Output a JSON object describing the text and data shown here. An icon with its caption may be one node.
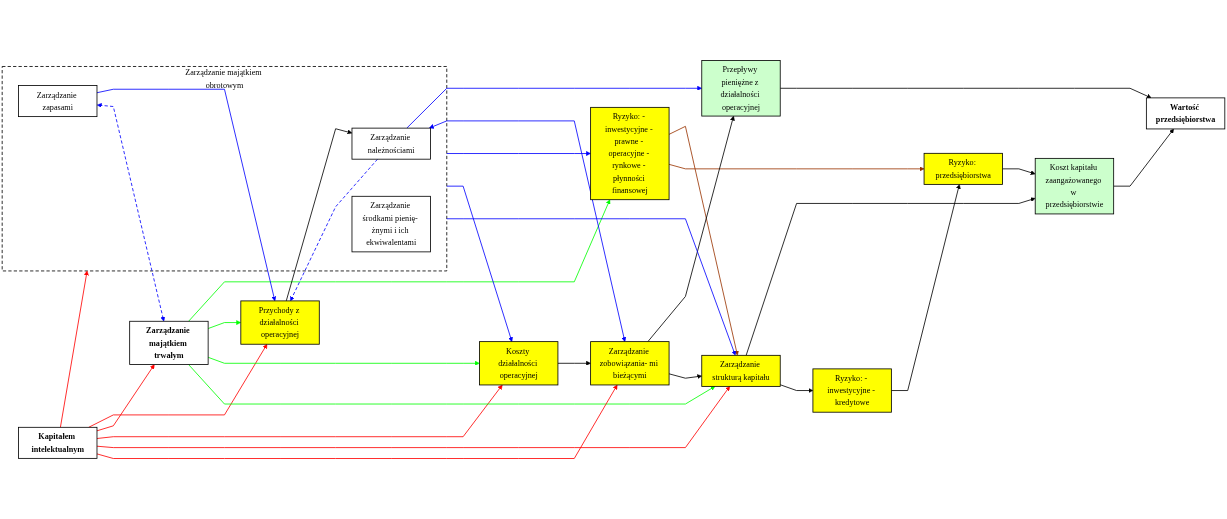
{
  "diagram": {
    "nodes": [
      {
        "text": [
          "Wartość przedsiębiorstwa"
        ]
      },
      {
        "text": [
          "Przepływy pieniężne z działalności operacyjnej"
        ]
      },
      {
        "text": [
          "Koszt kapitału zaangażowanego w przedsiębiorstwie"
        ]
      },
      {
        "text": [
          "Przychody z działalności operacyjnej"
        ]
      },
      {
        "text": [
          "Zarządzanie majątkiem obrotowym"
        ]
      },
      {
        "text": [
          "Zarządzanie należnościami"
        ],
        "in": 4
      },
      {
        "text": [
          "Zarządzanie zapasami"
        ],
        "in": 4
      },
      {
        "text": [
          "Zarządzanie środkami pienię- żnymi i ich ekwiwalentami"
        ],
        "in": 4
      },
      {
        "text": [
          "Zarządzanie zobowiązania- mi bieżącymi"
        ]
      },
      {
        "text": [
          "Koszty działalności operacyjnej"
        ]
      },
      {
        "text": [
          "Zarządzanie strukturą kapitału"
        ]
      },
      {
        "text": [
          "Ryzyko: przedsiębiorstwa"
        ]
      },
      {
        "text": [
          "Zarządzanie majątkiem trwałym"
        ]
      },
      {
        "text": [
          "Kapitałem intelektualnym"
        ]
      },
      {
        "text": [
          "Ryzyko: - inwestycyjne - prawne - operacyjne - rynkowe - płynności finansowej"
        ]
      },
      {
        "text": [
          "Ryzyko: - inwestycyjne - kredytowe"
        ]
      }
    ],
    "edges": [
      {
        "from": 4,
        "to": 14,
        "arrow": "to",
        "color": "#0000ff"
      },
      {
        "from": 12,
        "to": 14,
        "arrow": "to",
        "color": "#00ff00"
      },
      {
        "from": 14,
        "to": 10,
        "arrow": "to",
        "color": "#993300"
      },
      {
        "from": 14,
        "to": 11,
        "arrow": "to",
        "color": "#993300"
      },
      {
        "from": 1,
        "to": 0,
        "arrow": "to"
      },
      {
        "from": 2,
        "to": 0,
        "arrow": "to"
      },
      {
        "from": 10,
        "to": 2,
        "arrow": "to"
      },
      {
        "from": 11,
        "to": 2,
        "arrow": "to"
      },
      {
        "from": 3,
        "to": 5,
        "arrow": "to"
      },
      {
        "from": 5,
        "to": 3,
        "arrow": "to",
        "style": "dashed",
        "color": "#0000ff"
      },
      {
        "from": 6,
        "to": 3,
        "arrow": "to",
        "color": "#0000ff"
      },
      {
        "from": 6,
        "to": 12,
        "arrow": "both",
        "style": "dashed",
        "color": "#0000ff"
      },
      {
        "from": 12,
        "to": 3,
        "arrow": "to",
        "color": "#00ff00"
      },
      {
        "from": 13,
        "to": 3,
        "arrow": "to",
        "color": "#ff0000"
      },
      {
        "from": 13,
        "to": 4,
        "arrow": "to",
        "color": "#ff0000"
      },
      {
        "from": 13,
        "to": 12,
        "arrow": "to",
        "color": "#ff0000"
      },
      {
        "from": 13,
        "to": 9,
        "arrow": "to",
        "color": "#ff0000"
      },
      {
        "from": 13,
        "to": 10,
        "arrow": "to",
        "color": "#ff0000"
      },
      {
        "from": 4,
        "to": 9,
        "arrow": "to",
        "color": "#0000ff"
      },
      {
        "from": 4,
        "to": 10,
        "arrow": "to",
        "color": "#0000ff"
      },
      {
        "from": 12,
        "to": 9,
        "arrow": "to",
        "color": "#00ff00"
      },
      {
        "from": 12,
        "to": 10,
        "arrow": "to",
        "color": "#00ff00"
      },
      {
        "from": 10,
        "to": 15,
        "arrow": "to"
      },
      {
        "from": 15,
        "to": 11,
        "arrow": "to"
      },
      {
        "from": 5,
        "to": 1,
        "arrow": "to",
        "color": "#0000ff"
      },
      {
        "from": 8,
        "to": 1,
        "arrow": "to"
      },
      {
        "from": 5,
        "to": 8,
        "arrow": "both",
        "color": "#0000ff"
      },
      {
        "from": 9,
        "to": 8,
        "arrow": "to"
      },
      {
        "from": 8,
        "to": 10,
        "arrow": "to"
      },
      {
        "from": 13,
        "to": 8,
        "arrow": "to",
        "color": "#ff0000"
      }
    ]
  }
}
